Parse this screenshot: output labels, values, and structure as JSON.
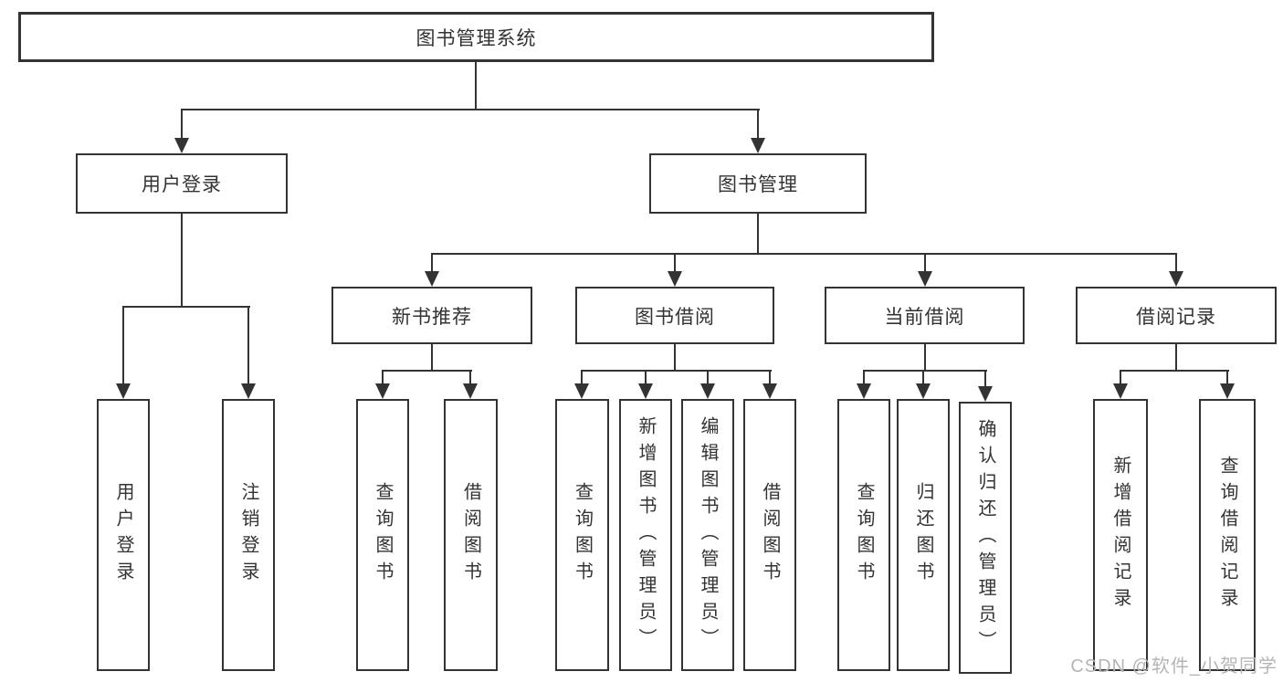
{
  "title": "图书管理系统",
  "watermark": "CSDN @软件_小贺同学",
  "colors": {
    "line": "#333333",
    "text": "#333333",
    "background": "#ffffff",
    "watermark": "#b5b5b5"
  },
  "tree": {
    "root": "图书管理系统",
    "level2": [
      {
        "label": "用户登录",
        "children": [
          "用户登录",
          "注销登录"
        ]
      },
      {
        "label": "图书管理",
        "children": [
          {
            "label": "新书推荐",
            "children": [
              "查询图书",
              "借阅图书"
            ]
          },
          {
            "label": "图书借阅",
            "children": [
              "查询图书",
              "新增图书（管理员）",
              "编辑图书（管理员）",
              "借阅图书"
            ]
          },
          {
            "label": "当前借阅",
            "children": [
              "查询图书",
              "归还图书",
              "确认归还（管理员）"
            ]
          },
          {
            "label": "借阅记录",
            "children": [
              "新增借阅记录",
              "查询借阅记录"
            ]
          }
        ]
      }
    ]
  }
}
